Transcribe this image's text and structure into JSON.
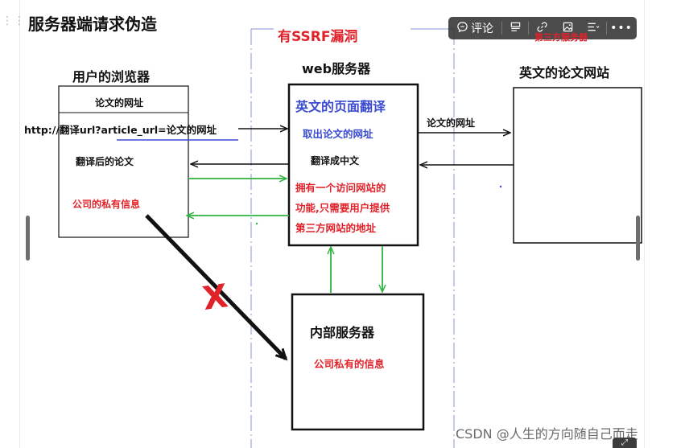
{
  "title": "服务器端请求伪造",
  "ssrf_label": "有SSRF漏洞",
  "third_party_label": "第三方服务器",
  "browser": {
    "label": "用户的浏览器",
    "header": "论文的网址",
    "url": "http://翻译url?article_url=论文的网址",
    "translated": "翻译后的论文",
    "private": "公司的私有信息"
  },
  "web_server": {
    "label": "web服务器",
    "heading": "英文的页面翻译",
    "fetch": "取出论文的网址",
    "translate": "翻译成中文",
    "desc_1": "拥有一个访问网站的",
    "desc_2": "功能,只需要用户提供",
    "desc_3": "第三方网站的地址"
  },
  "paper_site": {
    "label": "英文的论文网站",
    "arrow_label": "论文的网址"
  },
  "internal_server": {
    "label": "内部服务器",
    "private": "公司私有的信息"
  },
  "blocked_mark": "X",
  "toolbar": {
    "comment_label": "评论",
    "comment_icon": "comment-icon",
    "icons": [
      "layout-icon",
      "link-icon",
      "image-icon",
      "align-icon",
      "more-icon"
    ]
  },
  "watermark": "CSDN @人生的方向随自己而走",
  "colors": {
    "blue_heading": "#3b4bd1",
    "red_text": "#e0232b",
    "green_arrow": "#2db33f",
    "black_arrow": "#111111",
    "blue_underline": "#3a4bd6",
    "divider_blue": "#8a95d8"
  }
}
